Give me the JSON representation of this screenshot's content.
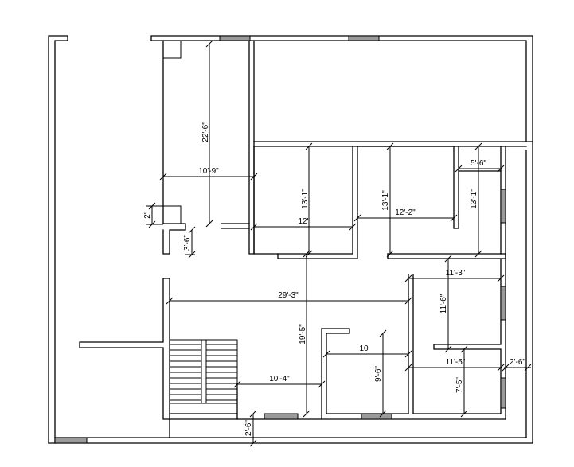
{
  "plan": {
    "dimensions": {
      "d_22_6": "22'-6\"",
      "d_10_9": "10'-9\"",
      "d_2": "2'",
      "d_3_6": "3'-6\"",
      "d_13_1_a": "13'-1\"",
      "d_12": "12'",
      "d_13_1_b": "13'-1\"",
      "d_12_2": "12'-2\"",
      "d_5_6": "5'-6\"",
      "d_13_1_c": "13'-1\"",
      "d_11_3": "11'-3\"",
      "d_11_6": "11'-6\"",
      "d_29_3": "29'-3\"",
      "d_19_5": "19'-5\"",
      "d_10": "10'",
      "d_9_6": "9'-6\"",
      "d_11_5": "11'-5\"",
      "d_7_5": "7'-5\"",
      "d_2_6_a": "2'-6\"",
      "d_10_4": "10'-4\"",
      "d_2_6_b": "2'-6\""
    }
  }
}
